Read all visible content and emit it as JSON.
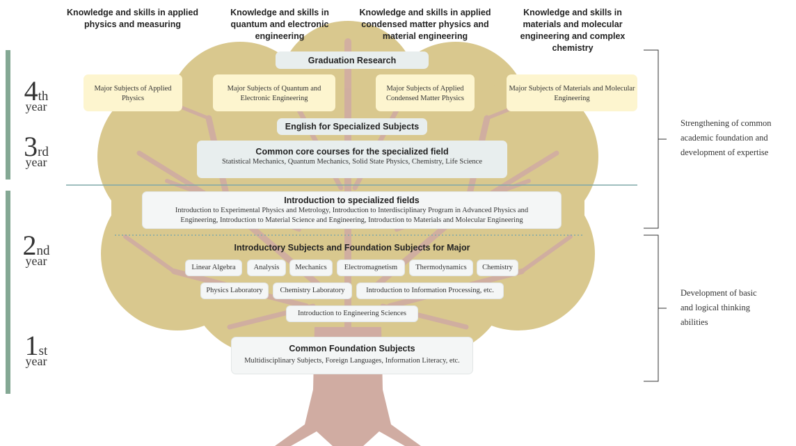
{
  "tracks": [
    "Knowledge and skills in applied physics and measuring",
    "Knowledge and skills in quantum and electronic engineering",
    "Knowledge and skills in applied condensed matter physics and material engineering",
    "Knowledge and skills in materials and molecular engineering and complex chemistry"
  ],
  "graduation_research": "Graduation Research",
  "major_subjects": [
    "Major Subjects of Applied Physics",
    "Major Subjects of Quantum and Electronic Engineering",
    "Major Subjects of Applied Condensed Matter Physics",
    "Major Subjects of Materials and Molecular Engineering"
  ],
  "english": "English for Specialized Subjects",
  "common_core": {
    "title": "Common core courses for the specialized field",
    "subtitle": "Statistical Mechanics, Quantum Mechanics, Solid State Physics, Chemistry, Life Science"
  },
  "intro_fields": {
    "title": "Introduction to specialized fields",
    "line1": "Introduction to Experimental Physics and Metrology, Introduction to Interdisciplinary Program in Advanced Physics and",
    "line2": "Engineering, Introduction to Material Science and Engineering, Introduction to Materials and Molecular Engineering"
  },
  "foundation_major": {
    "title": "Introductory Subjects and Foundation Subjects for Major",
    "row1": [
      "Linear Algebra",
      "Analysis",
      "Mechanics",
      "Electromagnetism",
      "Thermodynamics",
      "Chemistry"
    ],
    "row2": [
      "Physics Laboratory",
      "Chemistry Laboratory",
      "Introduction to Information Processing, etc."
    ],
    "row3": [
      "Introduction to Engineering Sciences"
    ]
  },
  "common_foundation": {
    "title": "Common Foundation Subjects",
    "subtitle": "Multidisciplinary Subjects, Foreign Languages, Information Literacy, etc."
  },
  "years": [
    {
      "num": "4",
      "sup": "th",
      "word": "year"
    },
    {
      "num": "3",
      "sup": "rd",
      "word": "year"
    },
    {
      "num": "2",
      "sup": "nd",
      "word": "year"
    },
    {
      "num": "1",
      "sup": "st",
      "word": "year"
    }
  ],
  "side_notes": {
    "upper": [
      "Strengthening of common",
      "academic foundation and",
      "development of expertise"
    ],
    "lower": [
      "Development of basic",
      "and logical thinking",
      "abilities"
    ]
  },
  "colors": {
    "foliage": "#d9c88e",
    "trunk": "#d0aca2",
    "year_bar": "#84a894",
    "divider": "#7fa8a8",
    "box_gray": "#e8eeee",
    "box_yellow": "#fdf5cf"
  }
}
